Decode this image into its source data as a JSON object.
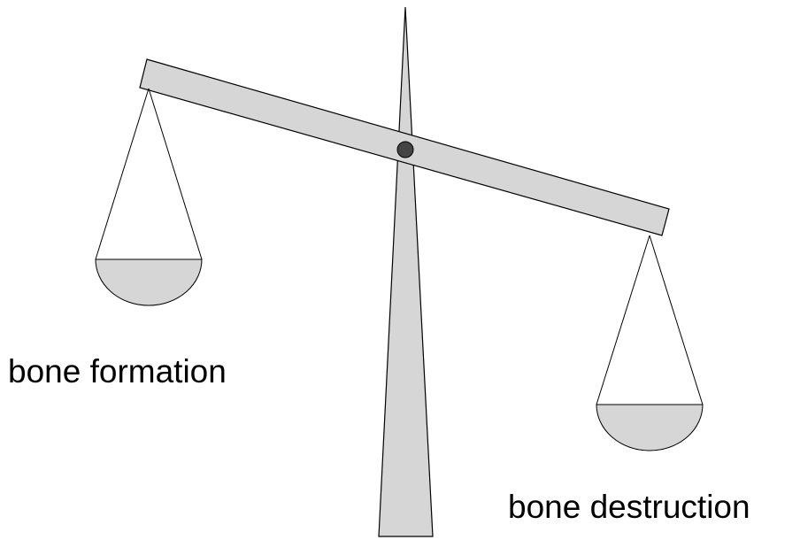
{
  "labels": {
    "left_pan": "bone formation",
    "right_pan": "bone destruction"
  },
  "colors": {
    "fill": "#d6d6d6",
    "stroke": "#000000",
    "pivot": "#444444",
    "background": "#ffffff"
  },
  "state": {
    "heavier_side": "right"
  }
}
